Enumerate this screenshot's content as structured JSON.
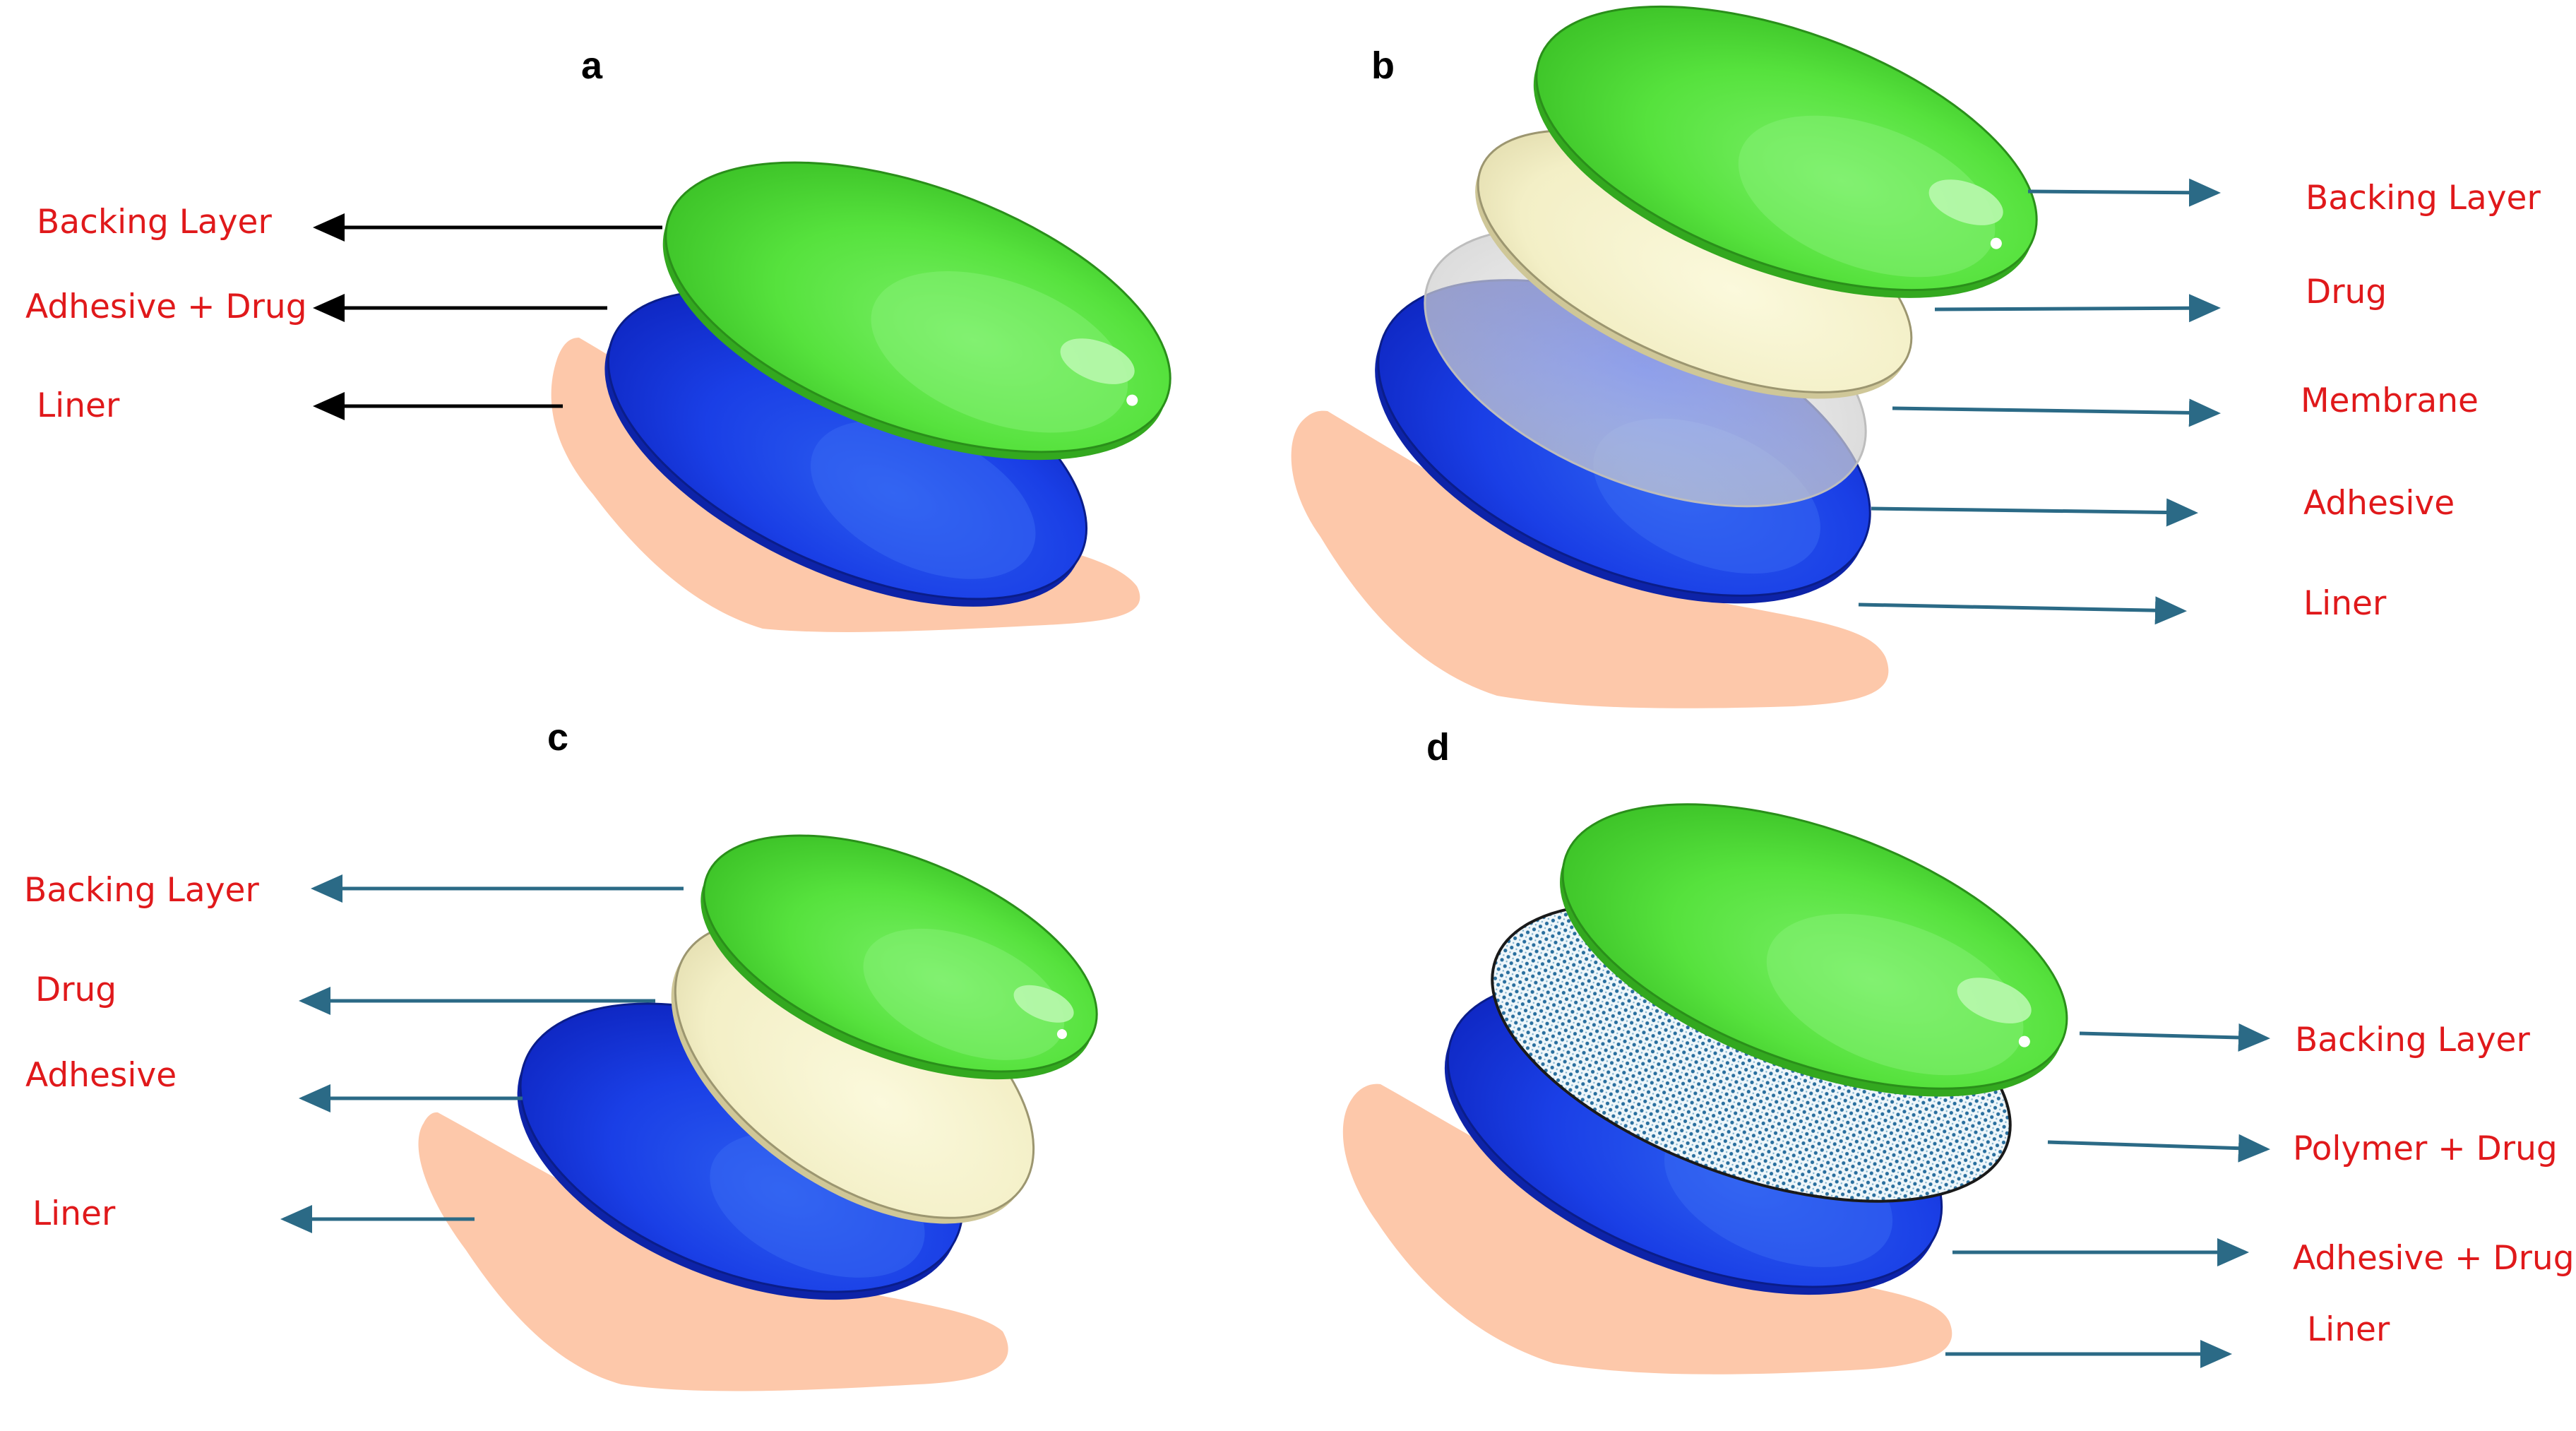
{
  "colors": {
    "backing": "#4fdc35",
    "adhesive": "#1535df",
    "liner": "#fdc8aa",
    "drug": "#f3f0c8",
    "membrane": "#d9d9d9",
    "label_text": "#e0191b",
    "arrow_black": "#000000",
    "arrow_teal": "#2b6a86"
  },
  "panels": {
    "a": {
      "letter": "a",
      "labels": [
        "Backing Layer",
        "Adhesive + Drug",
        "Liner"
      ]
    },
    "b": {
      "letter": "b",
      "labels": [
        "Backing Layer",
        "Drug",
        "Membrane",
        "Adhesive",
        "Liner"
      ]
    },
    "c": {
      "letter": "c",
      "labels": [
        "Backing Layer",
        "Drug",
        "Adhesive",
        "Liner"
      ]
    },
    "d": {
      "letter": "d",
      "labels": [
        "Backing Layer",
        "Polymer + Drug",
        "Adhesive + Drug",
        "Liner"
      ]
    }
  }
}
